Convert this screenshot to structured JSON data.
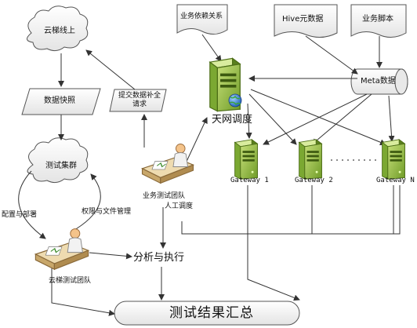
{
  "nodes": {
    "cloud_online": "云梯线上",
    "data_snapshot": "数据快照",
    "test_cluster": "测试集群",
    "config_deploy": "配置与部署",
    "perm_file_mgmt": "权限与文件管理",
    "cloud_test_team": "云梯测试团队",
    "submit_request": "提交数据补全\n请求",
    "biz_test_team": "业务测试团队",
    "manual_dispatch": "人工调度",
    "analyze_execute": "分析与执行",
    "biz_dependency": "业务依赖关系",
    "hive_meta": "Hive元数据",
    "biz_script": "业务脚本",
    "meta_data": "Meta数据",
    "tianwang": "天网调度",
    "gateway1": "Gateway 1",
    "gateway2": "Gateway 2",
    "gatewayN": "Gateway N",
    "summary": "测试结果汇总"
  },
  "icons": {
    "server": "server-icon",
    "globe": "globe-icon",
    "person": "person-at-desk-icon"
  },
  "colors": {
    "server_green": "#8fbf3f",
    "server_dark": "#5a7f1e",
    "shape_fill": "#f2f2f2",
    "line": "#333333"
  }
}
